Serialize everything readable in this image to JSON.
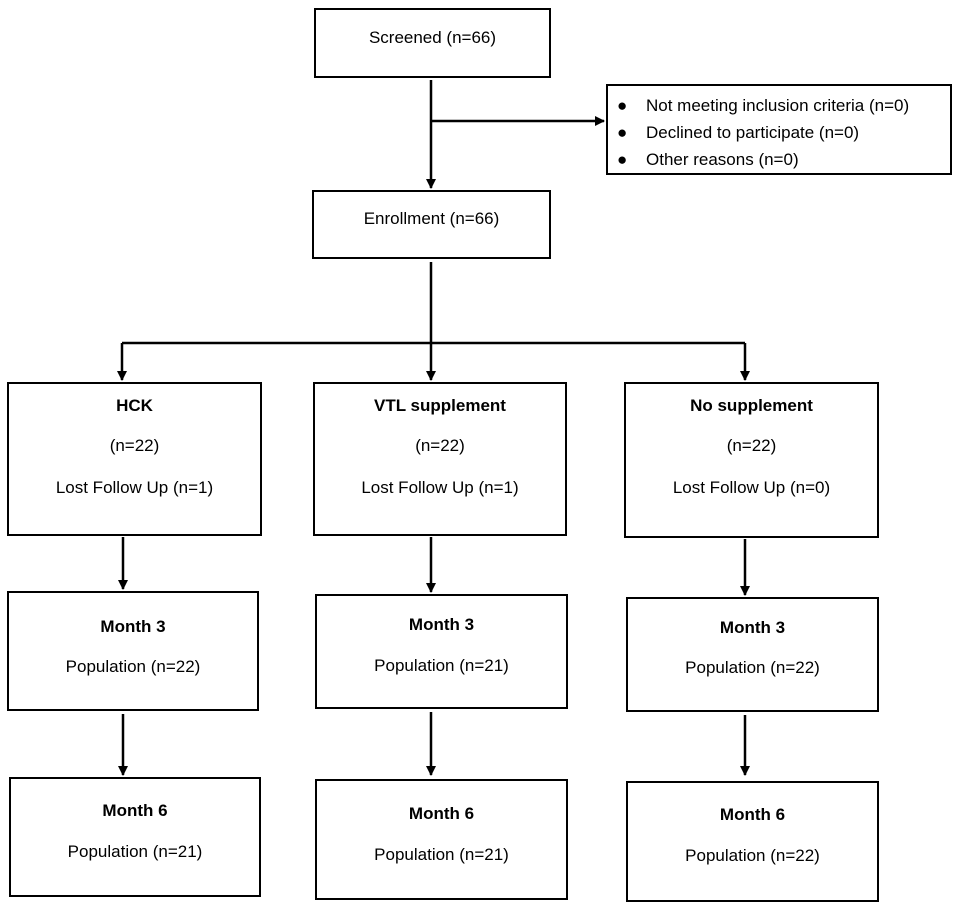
{
  "screened": {
    "label": "Screened (n=66)"
  },
  "exclusions": [
    "Not meeting inclusion criteria (n=0)",
    "Declined to participate (n=0)",
    "Other reasons (n=0)"
  ],
  "enrollment": {
    "label": "Enrollment (n=66)"
  },
  "groups": [
    {
      "name": "HCK",
      "n": "(n=22)",
      "lost": "Lost Follow Up (n=1)",
      "month3": {
        "title": "Month 3",
        "population": "Population (n=22)"
      },
      "month6": {
        "title": "Month 6",
        "population": "Population (n=21)"
      }
    },
    {
      "name": "VTL supplement",
      "n": "(n=22)",
      "lost": "Lost Follow Up (n=1)",
      "month3": {
        "title": "Month 3",
        "population": "Population (n=21)"
      },
      "month6": {
        "title": "Month 6",
        "population": "Population (n=21)"
      }
    },
    {
      "name": "No supplement",
      "n": "(n=22)",
      "lost": "Lost Follow Up (n=0)",
      "month3": {
        "title": "Month 3",
        "population": "Population (n=22)"
      },
      "month6": {
        "title": "Month 6",
        "population": "Population (n=22)"
      }
    }
  ]
}
